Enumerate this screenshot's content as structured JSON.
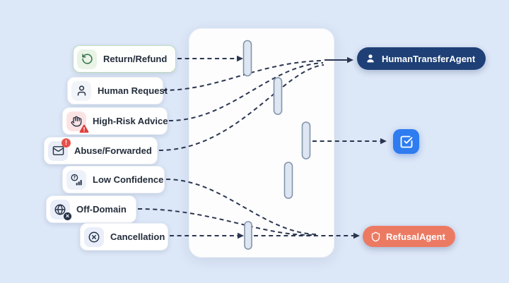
{
  "sources": [
    {
      "label": "Return/Refund",
      "icon": "return-refund-icon"
    },
    {
      "label": "Human Request",
      "icon": "human-request-icon"
    },
    {
      "label": "High-Risk Advice",
      "icon": "high-risk-hand-icon"
    },
    {
      "label": "Abuse/Forwarded",
      "icon": "abuse-mail-icon"
    },
    {
      "label": "Low Confidence",
      "icon": "low-confidence-icon"
    },
    {
      "label": "Off-Domain",
      "icon": "off-domain-globe-icon"
    },
    {
      "label": "Cancellation",
      "icon": "cancellation-icon"
    }
  ],
  "targets": {
    "human_transfer": {
      "label": "HumanTransferAgent",
      "icon": "user-icon",
      "color": "#1e4076"
    },
    "auto_resolve": {
      "label": "",
      "icon": "check-square-icon",
      "color": "#2e7cf0"
    },
    "refusal": {
      "label": "RefusalAgent",
      "icon": "shield-icon",
      "color": "#ec7a63"
    }
  },
  "router": {
    "slot_count": 5
  },
  "colors": {
    "background": "#dce7f7",
    "panel": "#fdfdfe",
    "wire": "#2a3650",
    "slot_fill": "#dde6f2",
    "slot_stroke": "#8494aa",
    "badge_red": "#e8504a",
    "return_card_border": "#c0dcba",
    "return_icon_green": "#35734a"
  }
}
